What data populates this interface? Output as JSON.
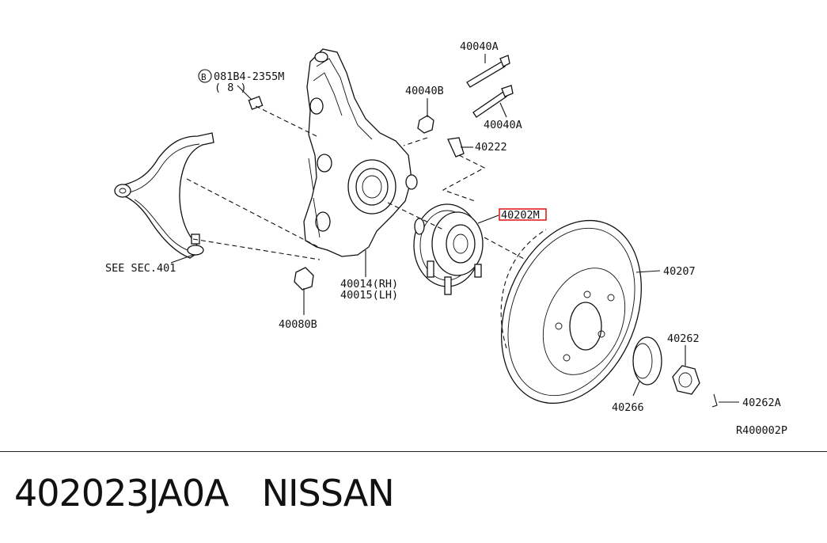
{
  "labels": {
    "bolt_code": "081B4-2355M",
    "bolt_qty": "( 8 )",
    "p40040A_top": "40040A",
    "p40040B": "40040B",
    "p40040A_bottom": "40040A",
    "p40222": "40222",
    "p40202M": "40202M",
    "p40207": "40207",
    "see_sec": "SEE SEC.401",
    "p40014": "40014(RH)",
    "p40015": "40015(LH)",
    "p40080B": "40080B",
    "p40262": "40262",
    "p40266": "40266",
    "p40262A": "40262A",
    "ref_code": "R400002P",
    "b_mark": "B"
  },
  "highlight_color": "#e0201b",
  "footer": {
    "part_number": "402023JA0A",
    "brand": "NISSAN"
  }
}
